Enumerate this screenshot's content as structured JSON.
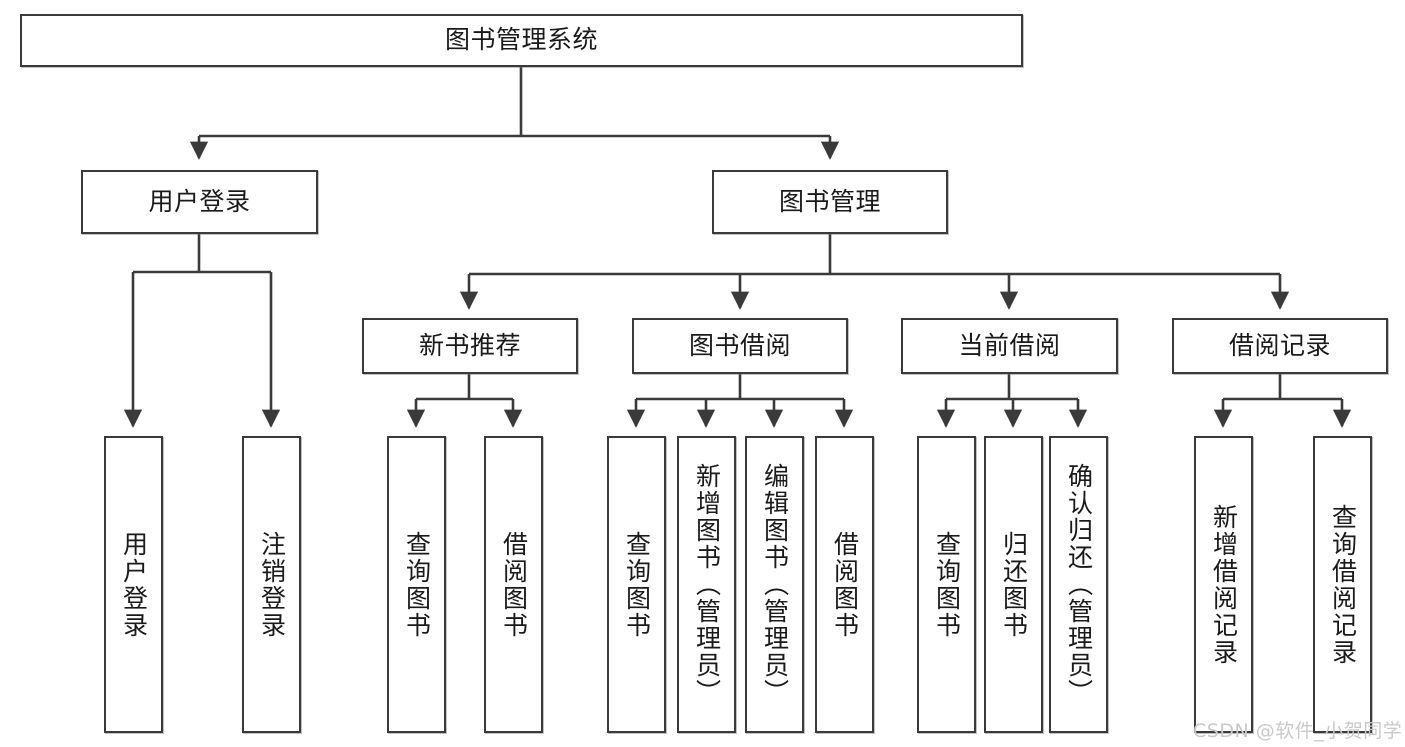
{
  "diagram": {
    "type": "tree-hierarchy",
    "title": "图书管理系统",
    "watermark": "CSDN @软件_小贺同学",
    "colors": {
      "box_border": "#3a3a3a",
      "box_fill": "#ffffff",
      "edge": "#3a3a3a",
      "text": "#1a1a1a",
      "watermark": "#c9c9c9"
    },
    "nodes": {
      "root": {
        "label": "图书管理系统",
        "level": 1
      },
      "level2": [
        {
          "id": "user-login",
          "label": "用户登录"
        },
        {
          "id": "book-manage",
          "label": "图书管理"
        }
      ],
      "level3": [
        {
          "id": "new-book-rec",
          "label": "新书推荐",
          "parent": "book-manage"
        },
        {
          "id": "book-borrow",
          "label": "图书借阅",
          "parent": "book-manage"
        },
        {
          "id": "current-borrow",
          "label": "当前借阅",
          "parent": "book-manage"
        },
        {
          "id": "borrow-record",
          "label": "借阅记录",
          "parent": "book-manage"
        }
      ],
      "leaves": [
        {
          "id": "leaf-user-login",
          "label": "用户登录",
          "parent": "user-login"
        },
        {
          "id": "leaf-logout",
          "label": "注销登录",
          "parent": "user-login"
        },
        {
          "id": "leaf-query-book-1",
          "label": "查询图书",
          "parent": "new-book-rec"
        },
        {
          "id": "leaf-borrow-book-1",
          "label": "借阅图书",
          "parent": "new-book-rec"
        },
        {
          "id": "leaf-query-book-2",
          "label": "查询图书",
          "parent": "book-borrow"
        },
        {
          "id": "leaf-add-book",
          "label": "新增图书（管理员）",
          "parent": "book-borrow"
        },
        {
          "id": "leaf-edit-book",
          "label": "编辑图书（管理员）",
          "parent": "book-borrow"
        },
        {
          "id": "leaf-borrow-book-2",
          "label": "借阅图书",
          "parent": "book-borrow"
        },
        {
          "id": "leaf-query-book-3",
          "label": "查询图书",
          "parent": "current-borrow"
        },
        {
          "id": "leaf-return-book",
          "label": "归还图书",
          "parent": "current-borrow"
        },
        {
          "id": "leaf-confirm-return",
          "label": "确认归还（管理员）",
          "parent": "current-borrow"
        },
        {
          "id": "leaf-add-record",
          "label": "新增借阅记录",
          "parent": "borrow-record"
        },
        {
          "id": "leaf-query-record",
          "label": "查询借阅记录",
          "parent": "borrow-record"
        }
      ]
    }
  }
}
